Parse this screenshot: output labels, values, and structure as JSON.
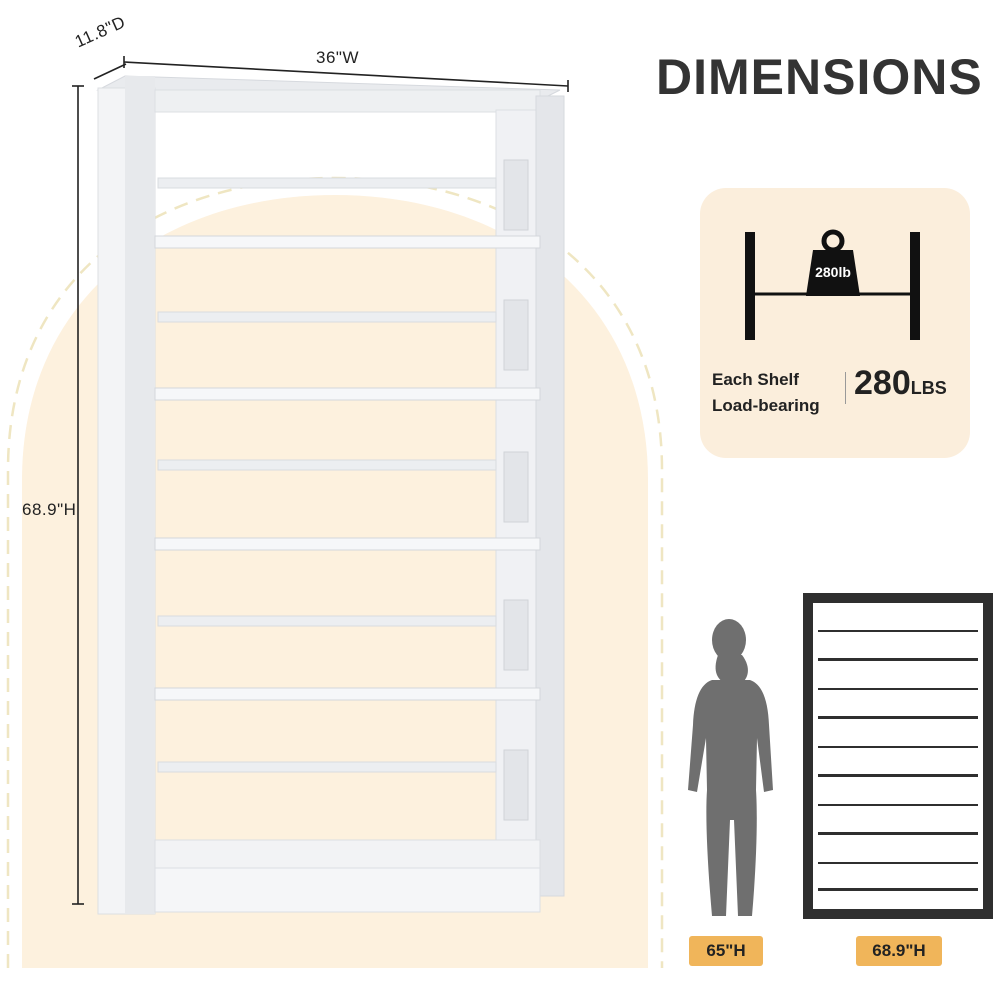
{
  "title": "DIMENSIONS",
  "dimensions": {
    "depth": "11.8\"D",
    "width": "36\"W",
    "height": "68.9\"H"
  },
  "load_card": {
    "weight_icon_label": "280lb",
    "line1": "Each Shelf",
    "line2": "Load-bearing",
    "value": "280",
    "unit": "LBS"
  },
  "comparison": {
    "person_height": "65\"H",
    "shelf_height": "68.9\"H"
  },
  "colors": {
    "arch_fill": "#fdf1de",
    "card_fill": "#fbeedc",
    "badge": "#f0b55a",
    "shelf_white": "#f4f5f7",
    "silhouette": "#6f6f6f",
    "dark_frame": "#333333"
  }
}
